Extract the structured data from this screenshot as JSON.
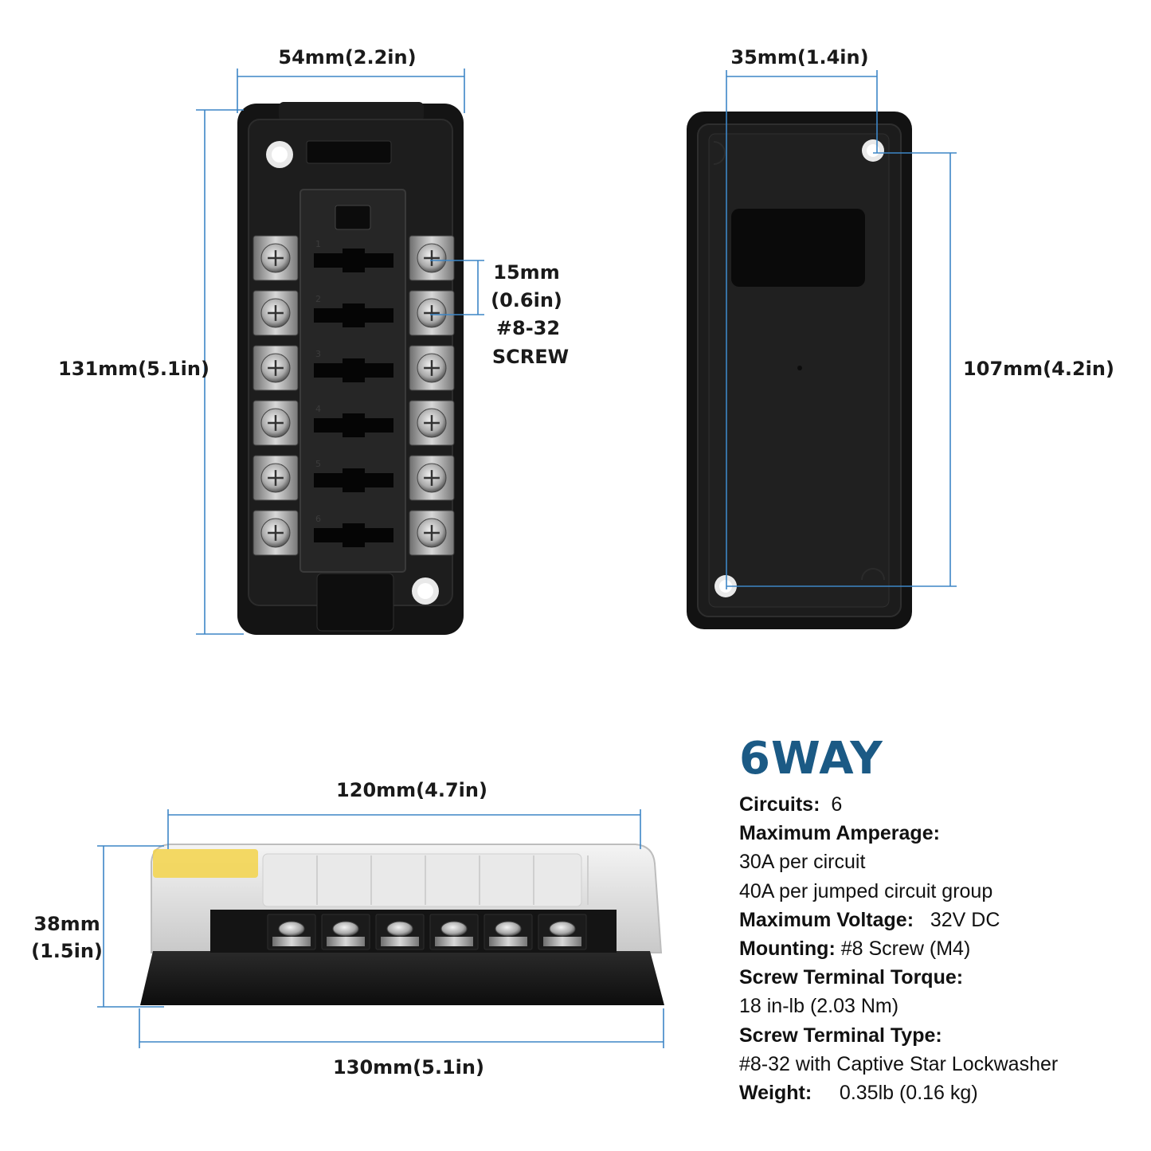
{
  "dimensions": {
    "top_width": "54mm(2.2in)",
    "top_height": "131mm(5.1in)",
    "pitch": "15mm",
    "pitch_in": "(0.6in)",
    "screw_spec": "#8-32",
    "screw_word": "SCREW",
    "back_hole_spacing": "35mm(1.4in)",
    "back_hole_height": "107mm(4.2in)",
    "side_cover_width": "120mm(4.7in)",
    "side_height_mm": "38mm",
    "side_height_in": "(1.5in)",
    "side_base_width": "130mm(5.1in)"
  },
  "fuse_numbers": [
    "1",
    "2",
    "3",
    "4",
    "5",
    "6"
  ],
  "specs": {
    "title": "6WAY",
    "circuits_label": "Circuits:",
    "circuits_value": "6",
    "max_amp_label": "Maximum Amperage:",
    "amp_line1": "30A per circuit",
    "amp_line2": "40A per jumped circuit group",
    "max_volt_label": "Maximum Voltage:",
    "max_volt_value": "32V DC",
    "mounting_label": "Mounting:",
    "mounting_value": "#8 Screw (M4)",
    "torque_label": "Screw Terminal Torque:",
    "torque_value": "18 in-lb (2.03 Nm)",
    "terminal_type_label": "Screw Terminal Type:",
    "terminal_type_value": "#8-32 with Captive Star Lockwasher",
    "weight_label": "Weight:",
    "weight_value": "0.35lb (0.16 kg)"
  },
  "colors": {
    "dimension_line": "#3d86c6",
    "title": "#1b5a85",
    "housing": "#161616"
  }
}
